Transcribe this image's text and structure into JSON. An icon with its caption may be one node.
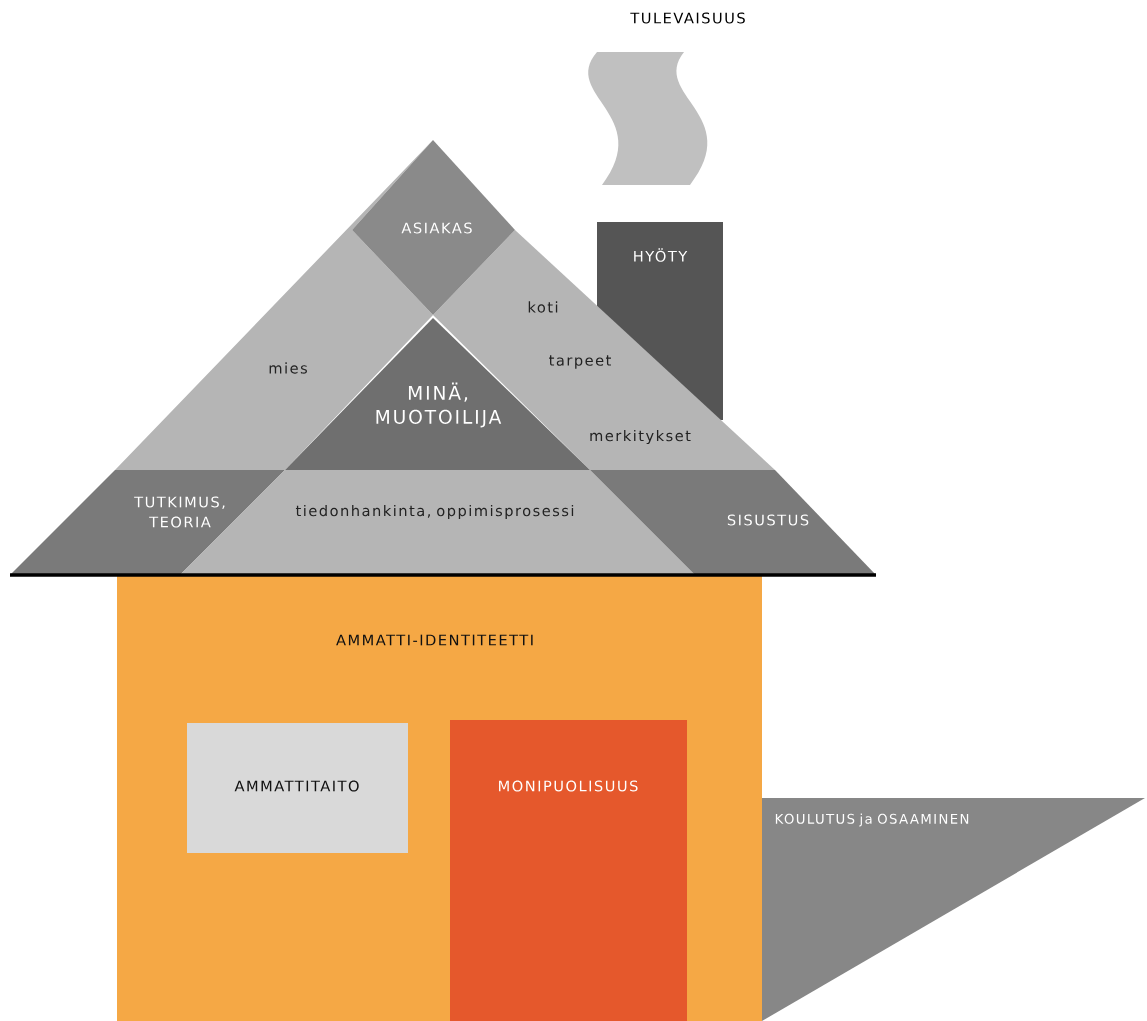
{
  "diagram": {
    "nodes": [
      {
        "text": [
          "TULEVAISUUS"
        ]
      },
      {
        "text": [
          "ASIAKAS"
        ]
      },
      {
        "text": [
          "HYÖTY"
        ]
      },
      {
        "text": [
          "koti",
          "tarpeet",
          "merkitykset"
        ]
      },
      {
        "text": [
          "mies"
        ]
      },
      {
        "text": [
          "MINÄ, MUOTOILIJA"
        ]
      },
      {
        "text": [
          "TUTKIMUS, TEORIA"
        ]
      },
      {
        "text": [
          "tiedonhankinta, oppimisprosessi"
        ]
      },
      {
        "text": [
          "SISUSTUS"
        ]
      },
      {
        "text": [
          "AMMATTI-IDENTITEETTI"
        ]
      },
      {
        "text": [
          "AMMATTITAITO"
        ],
        "in": 9
      },
      {
        "text": [
          "MONIPUOLISUUS"
        ],
        "in": 9
      },
      {
        "text": [
          "KOULUTUS ja OSAAMINEN"
        ]
      }
    ]
  }
}
